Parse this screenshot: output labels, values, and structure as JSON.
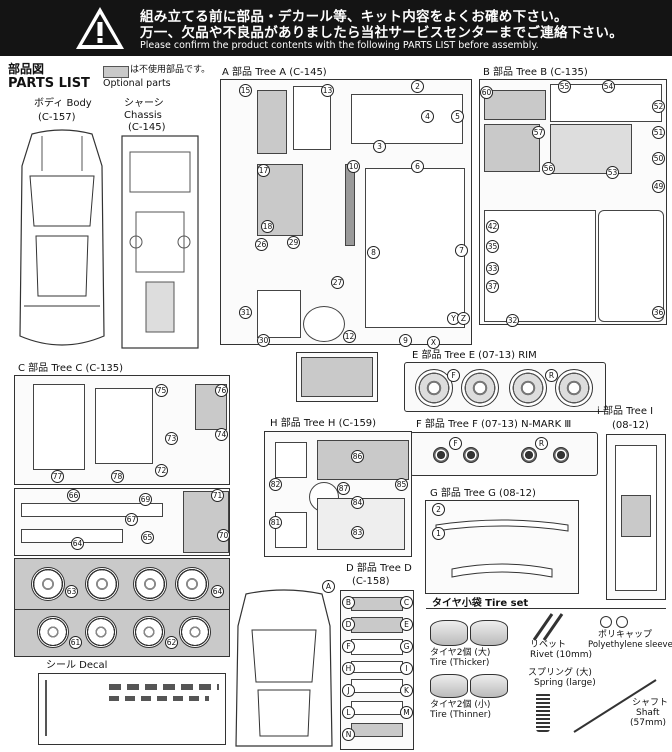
{
  "banner": {
    "line1": "組み立てる前に部品・デカール等、キット内容をよくお確め下さい。",
    "line2": "万一、欠品や不良品がありましたら当社サービスセンターまでご連絡下さい。",
    "line3": "Please confirm the product contents with the following PARTS LIST before assembly."
  },
  "parts_list": {
    "title_jp": "部品図",
    "title_en": "PARTS LIST",
    "optional_jp": "は不使用部品です。",
    "optional_en": "Optional parts"
  },
  "body": {
    "label": "ボディ Body",
    "code": "(C-157)"
  },
  "chassis": {
    "label_jp": "シャーシ",
    "label_en": "Chassis",
    "code": "(C-145)"
  },
  "trees": {
    "a": "A 部品 Tree A (C-145)",
    "b": "B 部品 Tree B (C-135)",
    "c": "C 部品 Tree C (C-135)",
    "d": "D 部品 Tree D",
    "d_code": "(C-158)",
    "e": "E 部品 Tree E (07-13) RIM",
    "f": "F 部品 Tree F (07-13) N-MARK Ⅲ",
    "g": "G 部品 Tree G (08-12)",
    "h": "H 部品 Tree H (C-159)",
    "i": "i 部品 Tree I",
    "i_code": "(08-12)"
  },
  "decal": {
    "label": "シール Decal"
  },
  "tire_set": {
    "title": "タイヤ小袋 Tire set",
    "tire_thick_jp": "タイヤ2個 (大)",
    "tire_thick_en": "Tire (Thicker)",
    "tire_thin_jp": "タイヤ2個 (小)",
    "tire_thin_en": "Tire (Thinner)",
    "rivet_jp": "リベット",
    "rivet_en": "Rivet (10mm)",
    "sleeve_jp": "ポリキャップ",
    "sleeve_en": "Polyethylene sleeve",
    "spring_jp": "スプリング (大)",
    "spring_en": "Spring (large)",
    "shaft_jp": "シャフト",
    "shaft_en": "Shaft",
    "shaft_size": "(57mm)"
  },
  "markers": {
    "e_f": "F",
    "e_r": "R",
    "f_f": "F",
    "f_r": "R",
    "a_top": "A",
    "d_letters": [
      "B",
      "C",
      "D",
      "E",
      "F",
      "G",
      "H",
      "I",
      "J",
      "K",
      "L",
      "M",
      "N"
    ]
  }
}
